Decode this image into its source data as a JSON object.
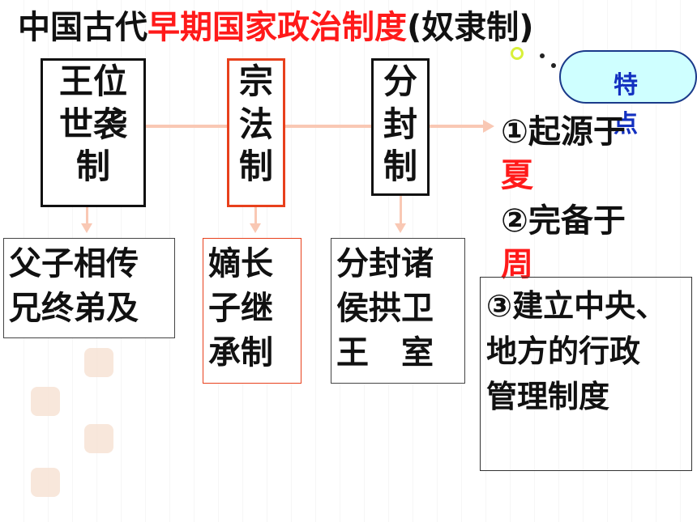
{
  "title": {
    "prefix": "中国古代",
    "highlight": "早期国家政治制度",
    "suffix": "(奴隶制)"
  },
  "systems": [
    {
      "name": "王位世袭制",
      "lines": [
        "王位",
        "世袭",
        "制"
      ],
      "detail": [
        "父子相传",
        "兄终弟及"
      ]
    },
    {
      "name": "宗法制",
      "lines": [
        "宗",
        "法",
        "制"
      ],
      "detail": [
        "嫡长",
        "子继",
        "承制"
      ]
    },
    {
      "name": "分封制",
      "lines": [
        "分",
        "封",
        "制"
      ],
      "detail": [
        "分封诸",
        "侯拱卫",
        "王　室"
      ]
    }
  ],
  "cloud_label": [
    "特",
    "点"
  ],
  "features": {
    "f1_prefix": "①起源于",
    "f1_red": "夏",
    "f2_prefix": "②完备于",
    "f2_red": "周",
    "f3": [
      "③建立中央、",
      "地方的行政",
      "管理制度"
    ]
  },
  "colors": {
    "accent": "#ff1a1a",
    "connector": "#f9c8b4",
    "cloud_fill": "#cfffff",
    "cloud_text": "#1330c0"
  }
}
